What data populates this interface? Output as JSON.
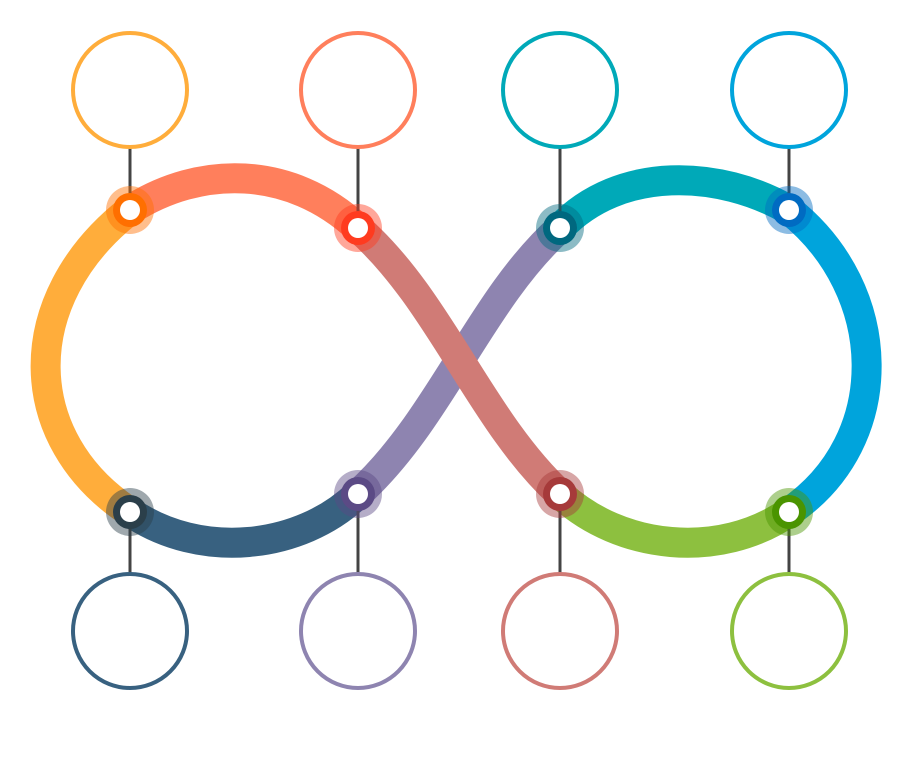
{
  "diagram": {
    "type": "infinity-loop-infographic",
    "segment_count": 8,
    "segments": [
      {
        "id": "top-left",
        "color": "#FF7F5C"
      },
      {
        "id": "left",
        "color": "#FFAD3B"
      },
      {
        "id": "bottom-left",
        "color": "#386180"
      },
      {
        "id": "cross-up",
        "color": "#8E84B0"
      },
      {
        "id": "top-right",
        "color": "#00A9B8"
      },
      {
        "id": "right",
        "color": "#00A4DC"
      },
      {
        "id": "bottom-right",
        "color": "#8DC03F"
      },
      {
        "id": "cross-down",
        "color": "#D07B76"
      }
    ],
    "nodes": [
      {
        "id": "node-1",
        "ring_color": "#FF6F00",
        "callout_color": "#FFAD3B",
        "position": "top"
      },
      {
        "id": "node-2",
        "ring_color": "#FF3B1F",
        "callout_color": "#FF7F5C",
        "position": "top"
      },
      {
        "id": "node-3",
        "ring_color": "#00687F",
        "callout_color": "#00A9B8",
        "position": "top"
      },
      {
        "id": "node-4",
        "ring_color": "#006BC2",
        "callout_color": "#00A4DC",
        "position": "top"
      },
      {
        "id": "node-5",
        "ring_color": "#2B3F4A",
        "callout_color": "#386180",
        "position": "bottom"
      },
      {
        "id": "node-6",
        "ring_color": "#5B4A85",
        "callout_color": "#8E84B0",
        "position": "bottom"
      },
      {
        "id": "node-7",
        "ring_color": "#A63A3A",
        "callout_color": "#D07B76",
        "position": "bottom"
      },
      {
        "id": "node-8",
        "ring_color": "#4A9400",
        "callout_color": "#8DC03F",
        "position": "bottom"
      }
    ],
    "connector_color": "#444444"
  }
}
